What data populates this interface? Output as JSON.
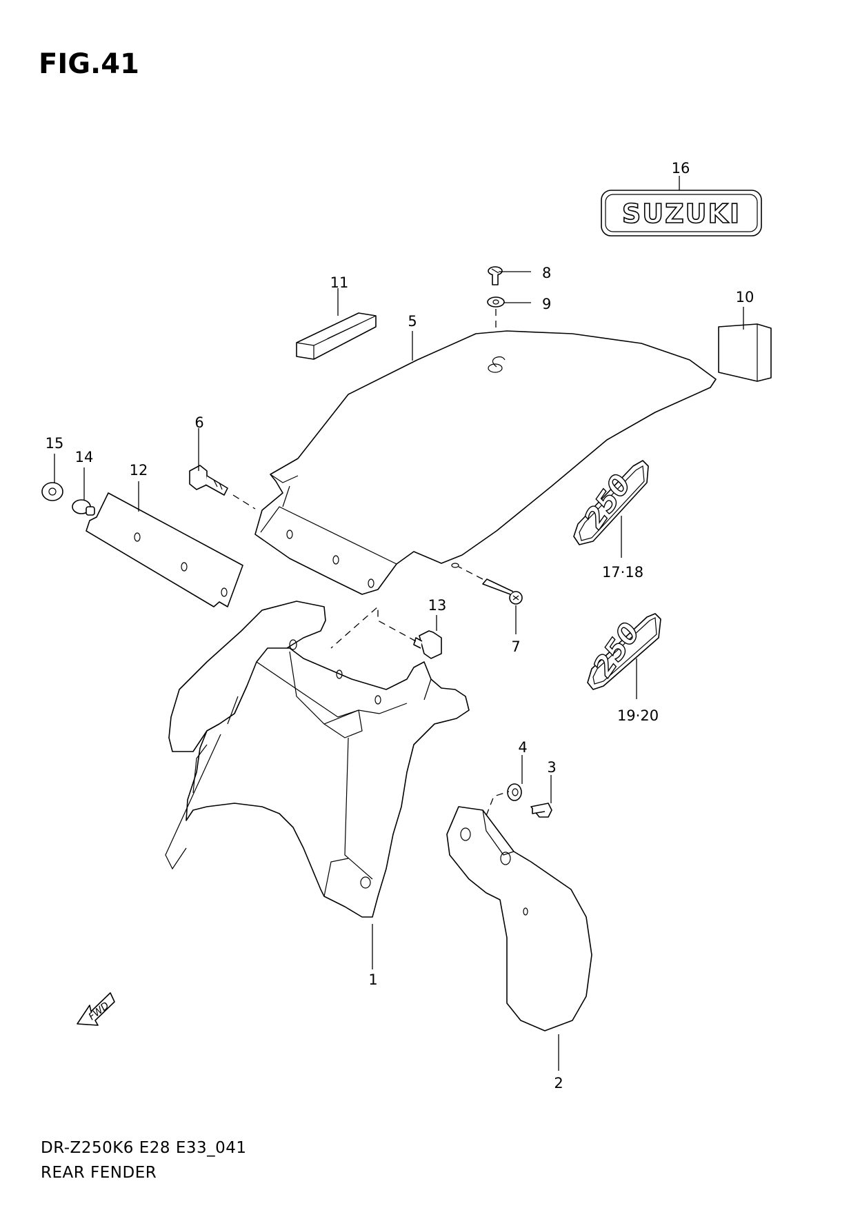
{
  "figure": {
    "title": "FIG.41"
  },
  "footer": {
    "model_code": "DR-Z250K6 E28 E33_041",
    "section": "REAR FENDER"
  },
  "logo": {
    "text": "SUZUKI"
  },
  "direction": {
    "label": "FWD"
  },
  "emblems": {
    "emblem_a": "250",
    "emblem_b": "250"
  },
  "callouts": {
    "c1": "1",
    "c2": "2",
    "c3": "3",
    "c4": "4",
    "c5": "5",
    "c6": "6",
    "c7": "7",
    "c8": "8",
    "c9": "9",
    "c10": "10",
    "c11": "11",
    "c12": "12",
    "c13": "13",
    "c14": "14",
    "c15": "15",
    "c16": "16",
    "c17_18": "17·18",
    "c19_20": "19·20"
  }
}
